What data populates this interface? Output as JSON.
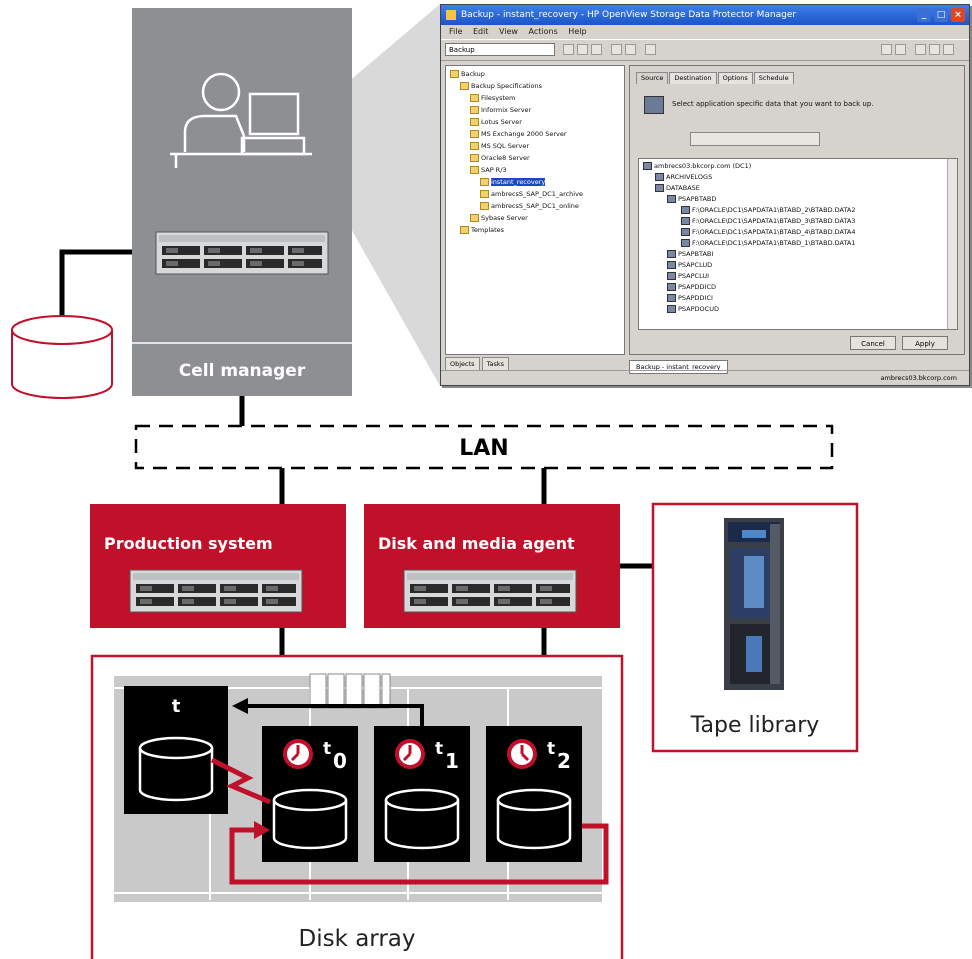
{
  "colors": {
    "accent_red": "#c0112a",
    "panel_gray": "#8e8f93",
    "array_gray": "#c9c9c9",
    "black": "#000000"
  },
  "cell_manager": {
    "label": "Cell manager"
  },
  "lan": {
    "label": "LAN"
  },
  "production": {
    "label": "Production system"
  },
  "dma": {
    "label": "Disk and media agent"
  },
  "tape": {
    "label": "Tape library"
  },
  "disk_array": {
    "label": "Disk array",
    "source_disk_label": "t",
    "snapshots": [
      {
        "label": "t",
        "sub": "0"
      },
      {
        "label": "t",
        "sub": "1"
      },
      {
        "label": "t",
        "sub": "2"
      }
    ]
  },
  "screenshot": {
    "title": "Backup - instant_recovery - HP OpenView Storage Data Protector Manager",
    "menu": [
      "File",
      "Edit",
      "View",
      "Actions",
      "Help"
    ],
    "context_combo": "Backup",
    "tabs": [
      "Source",
      "Destination",
      "Options",
      "Schedule"
    ],
    "instruction": "Select application specific data that you want to back up.",
    "tree": [
      "Backup",
      "Backup Specifications",
      "Filesystem",
      "Informix Server",
      "Lotus Server",
      "MS Exchange 2000 Server",
      "MS SQL Server",
      "Oracle8 Server",
      "SAP R/3",
      "instant_recovery",
      "ambrecsS_SAP_DC1_archive",
      "ambrecsS_SAP_DC1_online",
      "Sybase Server",
      "Templates"
    ],
    "data_tree": [
      "ambrecs03.bkcorp.com (DC1)",
      "ARCHIVELOGS",
      "DATABASE",
      "PSAPBTABD",
      "F:\\ORACLE\\DC1\\SAPDATA1\\BTABD_2\\BTABD.DATA2",
      "F:\\ORACLE\\DC1\\SAPDATA1\\BTABD_3\\BTABD.DATA3",
      "F:\\ORACLE\\DC1\\SAPDATA1\\BTABD_4\\BTABD.DATA4",
      "F:\\ORACLE\\DC1\\SAPDATA1\\BTABD_1\\BTABD.DATA1",
      "PSAPBTABI",
      "PSAPCLUD",
      "PSAPCLUI",
      "PSAPDDICD",
      "PSAPDDICI",
      "PSAPDOCUD"
    ],
    "buttons": {
      "cancel": "Cancel",
      "apply": "Apply"
    },
    "left_tabs": [
      "Objects",
      "Tasks"
    ],
    "nav_tab": "Backup - instant_recovery",
    "status": "ambrecs03.bkcorp.com"
  }
}
